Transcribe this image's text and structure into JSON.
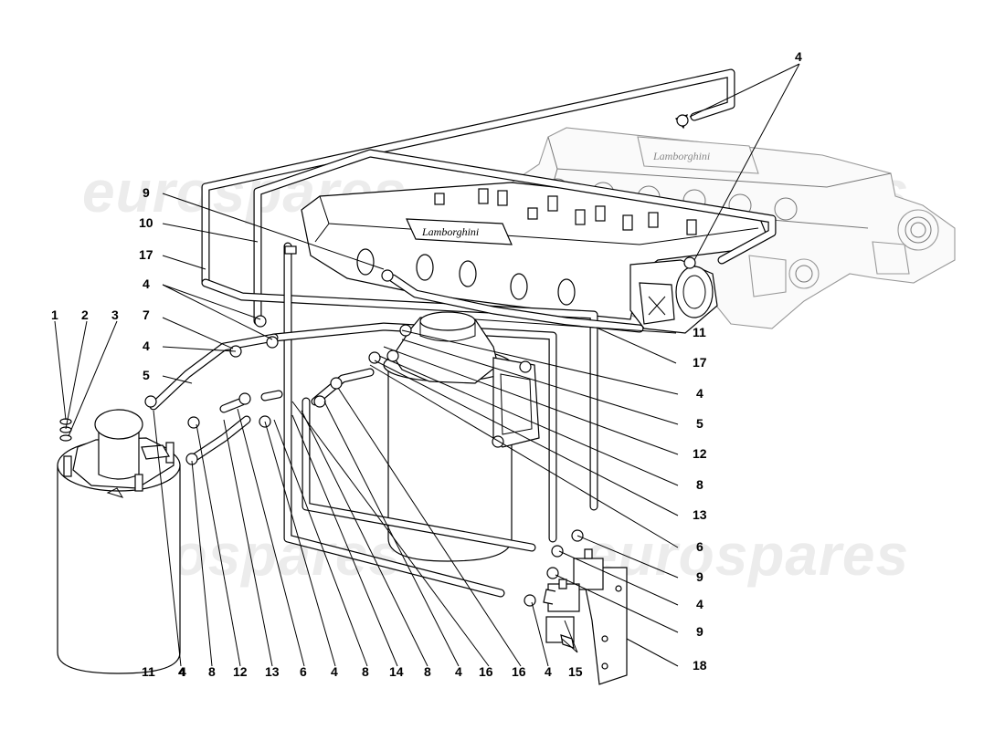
{
  "watermarks": [
    "eurospares",
    "eurospares",
    "eurospares",
    "eurospares"
  ],
  "engine_logos": [
    "Lamborghini",
    "Lamborghini"
  ],
  "callouts": [
    "1",
    "2",
    "3",
    "7",
    "4",
    "5",
    "4",
    "9",
    "10",
    "17",
    "4",
    "4",
    "11",
    "17",
    "4",
    "5",
    "12",
    "8",
    "13",
    "6",
    "9",
    "4",
    "9",
    "18",
    "15",
    "4",
    "16",
    "16",
    "4",
    "8",
    "14",
    "8",
    "4",
    "6",
    "13",
    "12",
    "8",
    "4",
    "11"
  ],
  "colors": {
    "line": "#000000",
    "watermark": "#ececec",
    "engine": "#999999"
  }
}
